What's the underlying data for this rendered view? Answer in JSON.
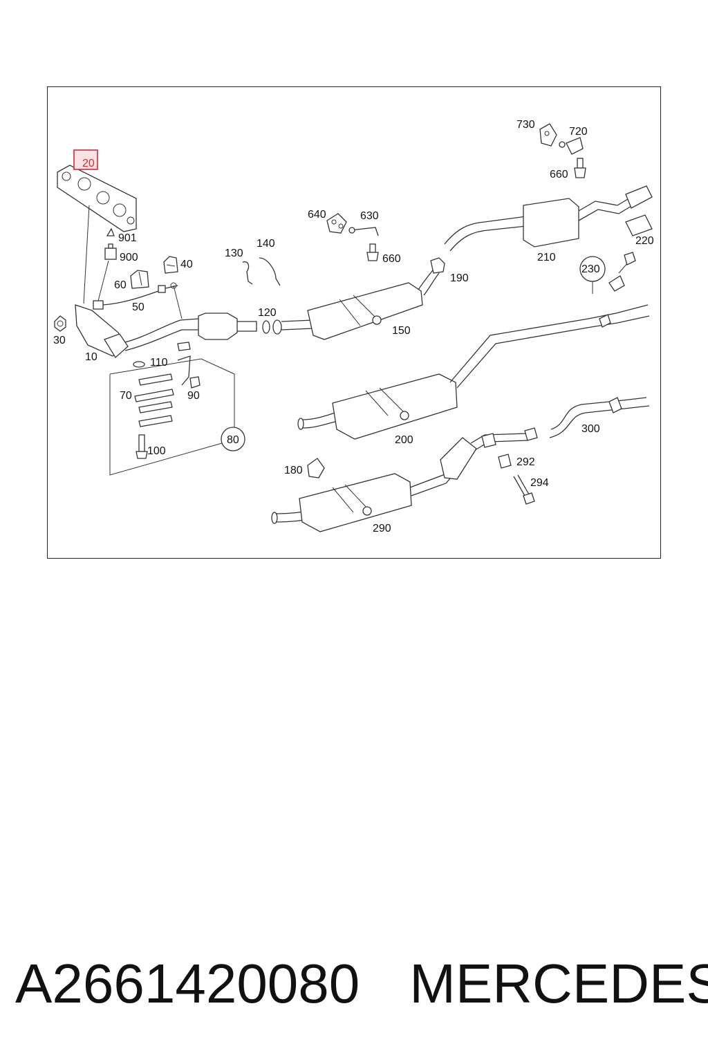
{
  "diagram": {
    "highlighted_label": "20",
    "labels": {
      "p10": "10",
      "p30": "30",
      "p40": "40",
      "p50": "50",
      "p60": "60",
      "p70": "70",
      "p80": "80",
      "p90": "90",
      "p100": "100",
      "p110": "110",
      "p120": "120",
      "p130": "130",
      "p140": "140",
      "p150": "150",
      "p180": "180",
      "p190": "190",
      "p200": "200",
      "p210": "210",
      "p220": "220",
      "p230": "230",
      "p290": "290",
      "p292": "292",
      "p294": "294",
      "p300": "300",
      "p630": "630",
      "p640": "640",
      "p660a": "660",
      "p660b": "660",
      "p720": "720",
      "p730": "730",
      "p900": "900",
      "p901": "901"
    },
    "highlight_color": "#d12a36"
  },
  "footer": {
    "part_number": "A2661420080",
    "brand": "MERCEDES"
  }
}
